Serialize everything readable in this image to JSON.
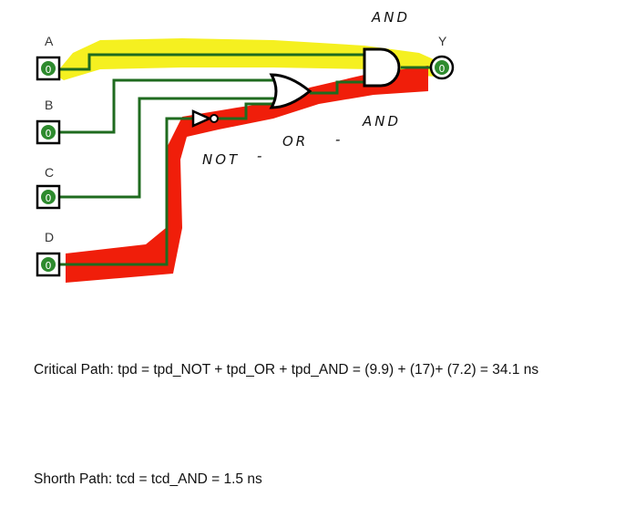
{
  "inputs": [
    {
      "label": "A",
      "value": "0"
    },
    {
      "label": "B",
      "value": "0"
    },
    {
      "label": "C",
      "value": "0"
    },
    {
      "label": "D",
      "value": "0"
    }
  ],
  "output": {
    "label": "Y",
    "value": "0"
  },
  "annotations": {
    "and_gate": "AND",
    "path_or": "OR",
    "path_and": "AND",
    "path_not": "NOT",
    "dash": "-"
  },
  "colors": {
    "wire": "#1f6b1f",
    "pin_green": "#2e8b2e",
    "critical_highlight": "#f01e0a",
    "short_highlight": "#f5f020"
  },
  "captions": {
    "critical": "Critical Path: tpd = tpd_NOT + tpd_OR + tpd_AND = (9.9) + (17)+ (7.2) = 34.1 ns",
    "shortest": "Shorth Path: tcd =  tcd_AND = 1.5 ns"
  }
}
